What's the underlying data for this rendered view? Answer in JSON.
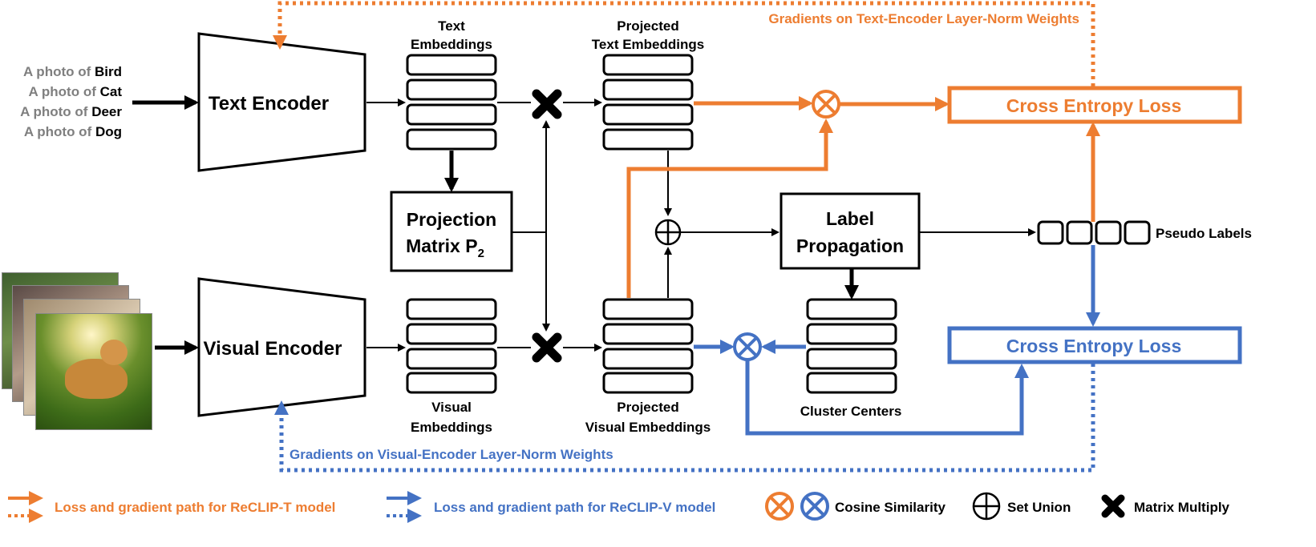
{
  "prompts": [
    {
      "prefix": "A photo of ",
      "cls": "Bird"
    },
    {
      "prefix": "A photo of ",
      "cls": "Cat"
    },
    {
      "prefix": "A photo of ",
      "cls": "Deer"
    },
    {
      "prefix": "A photo of ",
      "cls": "Dog"
    }
  ],
  "encoders": {
    "text": "Text Encoder",
    "visual": "Visual Encoder"
  },
  "embeddings": {
    "text_line1": "Text",
    "text_line2": "Embeddings",
    "proj_text_line1": "Projected",
    "proj_text_line2": "Text Embeddings",
    "visual_line1": "Visual",
    "visual_line2": "Embeddings",
    "proj_visual_line1": "Projected",
    "proj_visual_line2": "Visual Embeddings",
    "cluster": "Cluster Centers"
  },
  "projection": {
    "line1": "Projection",
    "line2": "Matrix P",
    "subscript": "2"
  },
  "label_propagation": {
    "line1": "Label",
    "line2": "Propagation"
  },
  "pseudo_labels": "Pseudo Labels",
  "losses": {
    "top": "Cross Entropy Loss",
    "bottom": "Cross Entropy Loss"
  },
  "gradients": {
    "text": "Gradients on Text-Encoder Layer-Norm Weights",
    "visual": "Gradients on Visual-Encoder Layer-Norm Weights"
  },
  "legend": {
    "reclip_t": "Loss and gradient path for ReCLIP-T model",
    "reclip_v": "Loss and gradient path for ReCLIP-V model",
    "cosine": "Cosine Similarity",
    "union": "Set Union",
    "matmul": "Matrix Multiply"
  },
  "colors": {
    "orange": "#ED7D31",
    "blue": "#4472C4",
    "black": "#000000",
    "gray": "#7F7F7F"
  }
}
